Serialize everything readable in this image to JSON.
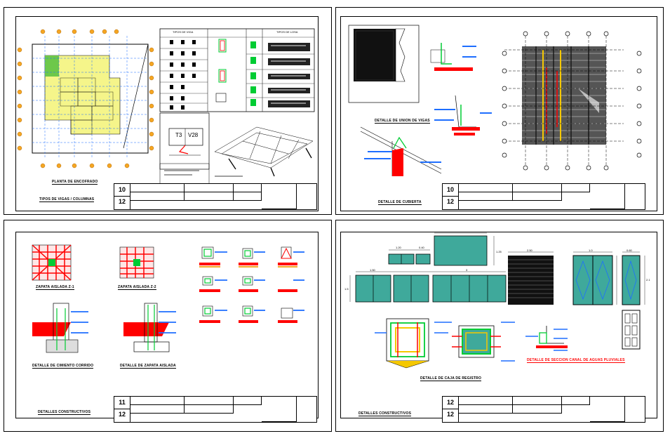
{
  "sheets": [
    {
      "id": "s10",
      "caption": "PLANTA DE ENCOFRADO",
      "sub_caption": "TIPOS DE VIGAS / COLUMNAS",
      "sheet_num": "10",
      "sheet_total": "12",
      "table_headers": [
        "TIPOS DE VIGA",
        "TIPOS DE LOSA"
      ],
      "detail_labels": [
        "T3",
        "V28"
      ]
    },
    {
      "id": "s10b",
      "caption": "DETALLE DE CUBIERTA",
      "sub_caption": "DETALLE DE UNION DE VIGAS",
      "sheet_num": "10",
      "sheet_total": "12"
    },
    {
      "id": "s11",
      "caption": "DETALLES CONSTRUCTIVOS",
      "sub_caption": "",
      "sheet_num": "11",
      "sheet_total": "12",
      "detail_captions": [
        "ZAPATA AISLADA Z-1",
        "ZAPATA AISLADA Z-2",
        "DETALLE DE CIMIENTO CORRIDO",
        "DETALLE DE ZAPATA AISLADA"
      ]
    },
    {
      "id": "s12",
      "caption": "DETALLES CONSTRUCTIVOS",
      "sub_caption": "DETALLE DE CAJA DE REGISTRO",
      "sheet_num": "12",
      "sheet_total": "12",
      "dims": [
        "1.20",
        "0.40",
        "1.50",
        "3",
        "2.50",
        "1.0",
        "0.60",
        "2.1",
        "1.25",
        "1.5"
      ],
      "detail_captions": [
        "DETALLE DE CAJA DE REGISTRO",
        "DETALLE DE SECCION CANAL DE AGUAS PLUVIALES"
      ]
    }
  ],
  "colors": {
    "line": "#000000",
    "slab_fill": "#f5f58a",
    "marker": "#f5a623",
    "dim_blue": "#1e6eff",
    "section_red": "#ff0000",
    "glass_teal": "#3fa99b",
    "frame_green": "#00cc33",
    "grey_hatch": "#777777"
  }
}
